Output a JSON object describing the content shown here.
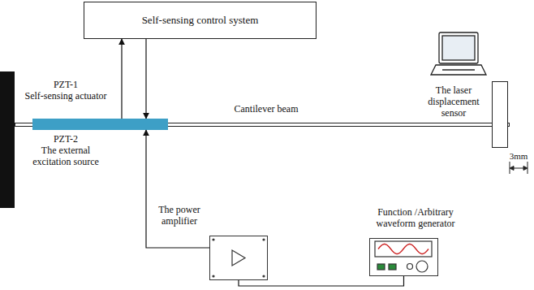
{
  "diagram": {
    "nodes": [
      {
        "text": [
          "Self-sensing control system"
        ]
      },
      {
        "text": [
          "PZT-1",
          "Self-sensing actuator"
        ]
      },
      {
        "text": [
          "PZT-2",
          "The external excitation source"
        ]
      },
      {
        "text": [
          "Cantilever beam"
        ]
      },
      {
        "text": [
          "The laser displacement sensor"
        ]
      },
      {
        "text": [
          "The power amplifier"
        ]
      },
      {
        "text": [
          "Function /Arbitrary waveform generator"
        ]
      }
    ],
    "edges": [
      {
        "from": 1,
        "to": 0,
        "arrow": "to"
      },
      {
        "from": 0,
        "to": 1,
        "arrow": "to"
      },
      {
        "from": 5,
        "to": 2,
        "arrow": "to"
      },
      {
        "from": 6,
        "to": 5,
        "arrow": "none"
      }
    ],
    "labels": [
      "3mm"
    ]
  }
}
